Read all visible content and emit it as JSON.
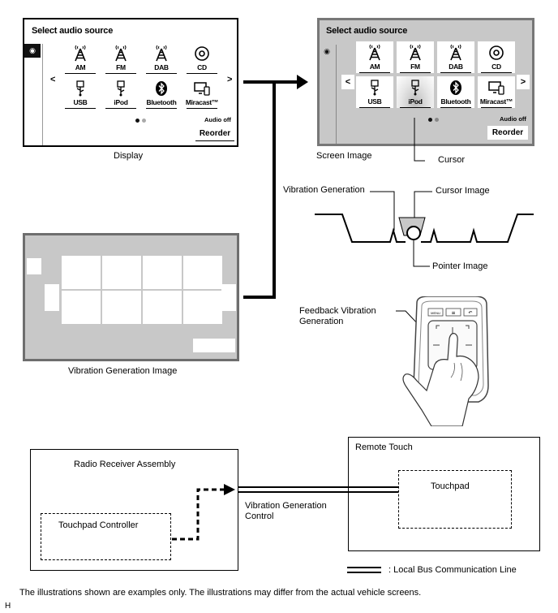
{
  "screens": {
    "title": "Select audio source",
    "tiles": [
      "AM",
      "FM",
      "DAB",
      "CD",
      "USB",
      "iPod",
      "Bluetooth",
      "Miracast™"
    ],
    "audio_off": "Audio off",
    "reorder": "Reorder",
    "prev_arrow": "<",
    "next_arrow": ">"
  },
  "labels": {
    "display": "Display",
    "screen_image": "Screen Image",
    "cursor": "Cursor",
    "vibration_generation": "Vibration Generation",
    "cursor_image": "Cursor Image",
    "pointer_image": "Pointer Image",
    "feedback_vibration": "Feedback Vibration",
    "feedback_generation": "Generation",
    "vibration_generation_image": "Vibration Generation Image",
    "remote_touch": "Remote Touch",
    "touchpad": "Touchpad",
    "radio_receiver_assembly": "Radio Receiver Assembly",
    "touchpad_controller": "Touchpad Controller",
    "vgc_line1": "Vibration Generation",
    "vgc_line2": "Control",
    "legend": ": Local Bus Communication Line",
    "footnote": "The illustrations shown are examples only. The illustrations may differ from the actual vehicle screens.",
    "corner": "H"
  },
  "remote_touch_buttons": [
    "MENU",
    "≡",
    "↶"
  ],
  "colors": {
    "screen_gray": "#c8c8c8",
    "dark_gray": "#7a7a7a",
    "line": "#000000"
  }
}
